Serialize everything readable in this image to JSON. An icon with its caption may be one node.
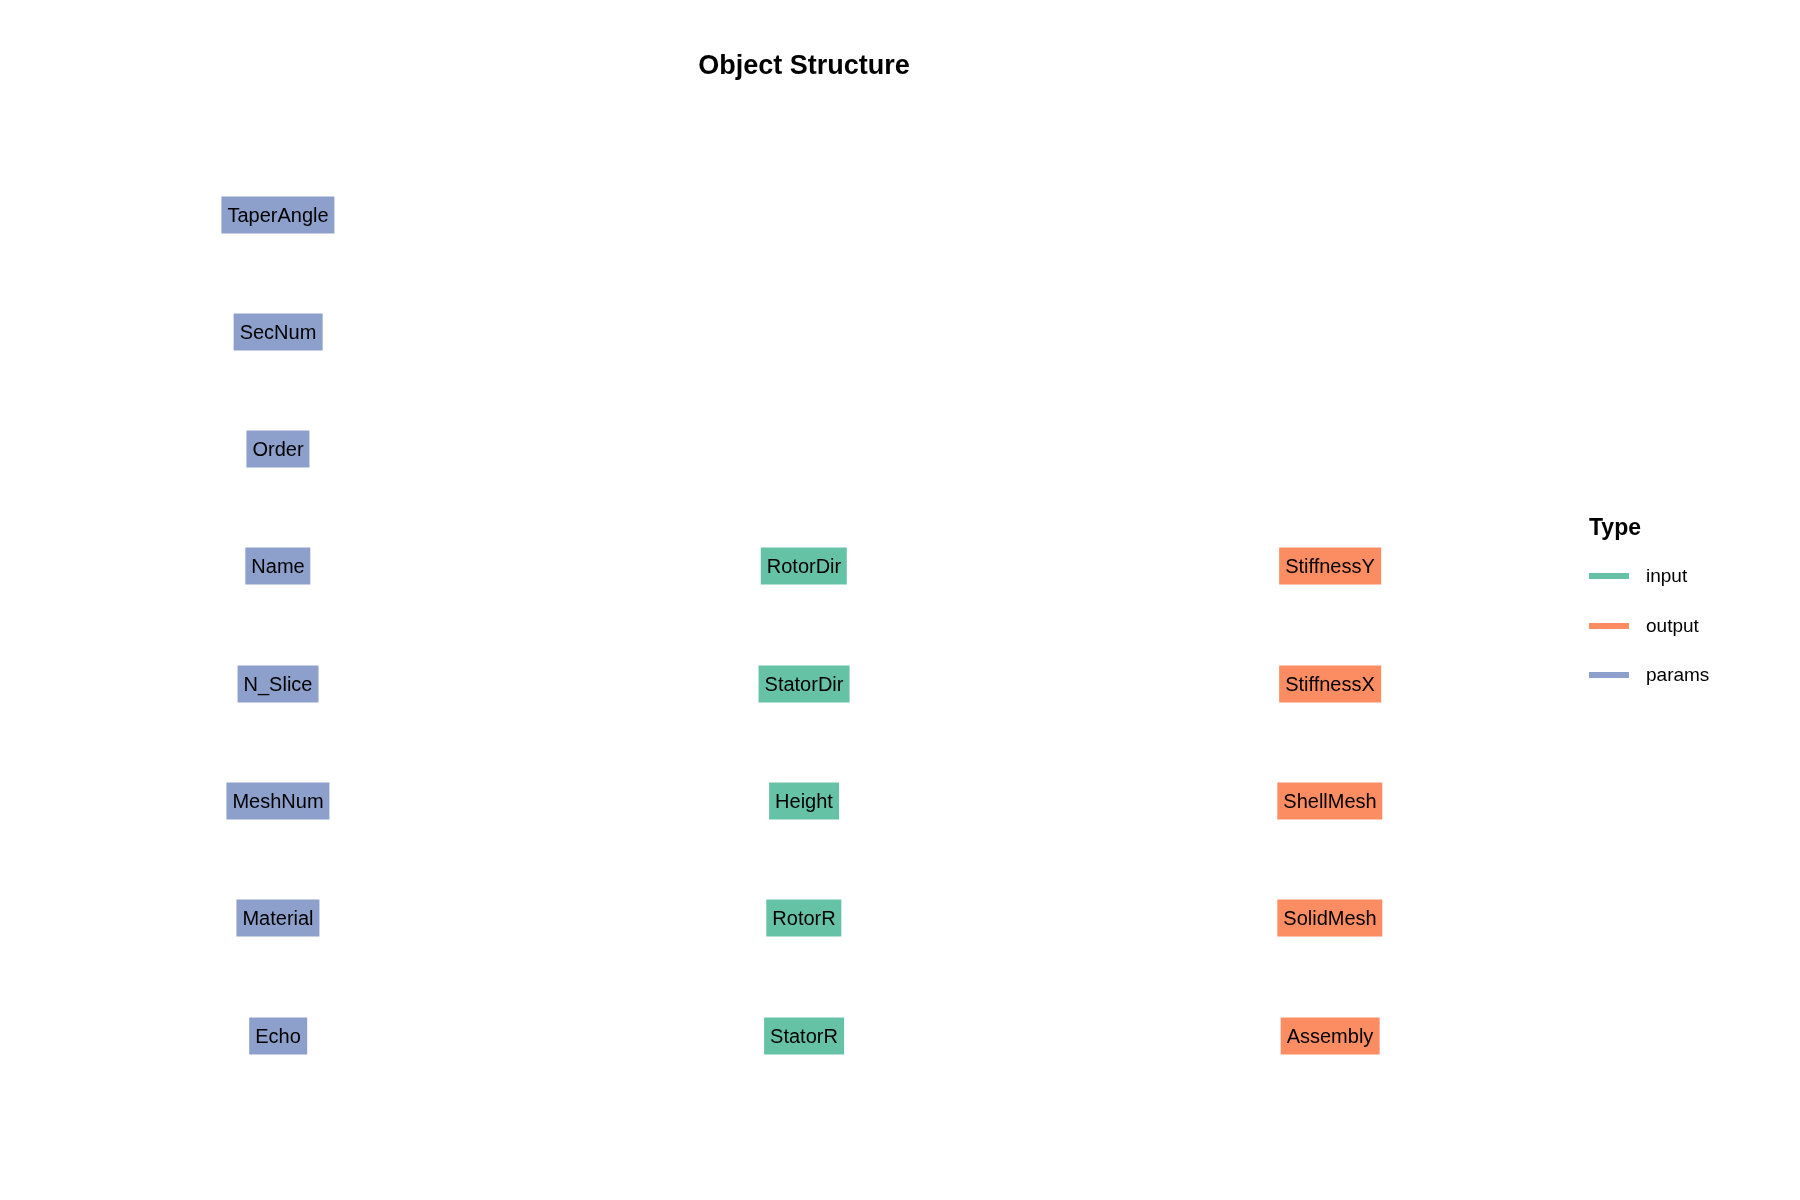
{
  "diagram": {
    "title": "Object Structure",
    "nodes": [
      {
        "text": [
          "TaperAngle"
        ]
      },
      {
        "text": [
          "SecNum"
        ]
      },
      {
        "text": [
          "Order"
        ]
      },
      {
        "text": [
          "Name"
        ]
      },
      {
        "text": [
          "RotorDir"
        ]
      },
      {
        "text": [
          "StiffnessY"
        ]
      },
      {
        "text": [
          "N_Slice"
        ]
      },
      {
        "text": [
          "StatorDir"
        ]
      },
      {
        "text": [
          "StiffnessX"
        ]
      },
      {
        "text": [
          "MeshNum"
        ]
      },
      {
        "text": [
          "Height"
        ]
      },
      {
        "text": [
          "ShellMesh"
        ]
      },
      {
        "text": [
          "Material"
        ]
      },
      {
        "text": [
          "RotorR"
        ]
      },
      {
        "text": [
          "SolidMesh"
        ]
      },
      {
        "text": [
          "Echo"
        ]
      },
      {
        "text": [
          "StatorR"
        ]
      },
      {
        "text": [
          "Assembly"
        ]
      }
    ],
    "labels": [
      "Type"
    ],
    "legend": [
      {
        "text": "input",
        "color": "#66c2a5"
      },
      {
        "text": "output",
        "color": "#fc8d62"
      },
      {
        "text": "params",
        "color": "#8da0cb"
      }
    ]
  }
}
